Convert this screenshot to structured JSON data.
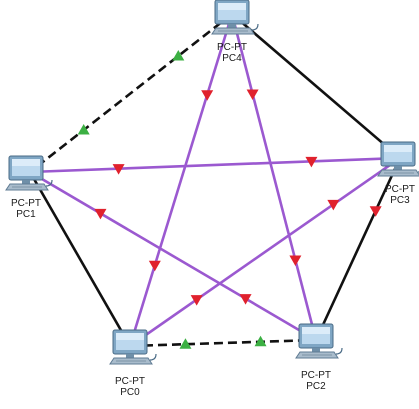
{
  "colors": {
    "background": "#ffffff",
    "link": "#111111",
    "cross_link": "#9b59d0",
    "arrow_up": "#3cb043",
    "arrow_down": "#e0212d"
  },
  "icon": "pc-icon",
  "nodes": [
    {
      "id": "PC4",
      "type_label": "PC-PT",
      "name": "PC4"
    },
    {
      "id": "PC1",
      "type_label": "PC-PT",
      "name": "PC1"
    },
    {
      "id": "PC3",
      "type_label": "PC-PT",
      "name": "PC3"
    },
    {
      "id": "PC0",
      "type_label": "PC-PT",
      "name": "PC0"
    },
    {
      "id": "PC2",
      "type_label": "PC-PT",
      "name": "PC2"
    }
  ],
  "links": [
    {
      "from": "PC4",
      "to": "PC1",
      "style": "dashed",
      "color": "link"
    },
    {
      "from": "PC4",
      "to": "PC3",
      "style": "solid",
      "color": "link"
    },
    {
      "from": "PC1",
      "to": "PC0",
      "style": "solid",
      "color": "link"
    },
    {
      "from": "PC3",
      "to": "PC2",
      "style": "solid",
      "color": "link"
    },
    {
      "from": "PC0",
      "to": "PC2",
      "style": "dashed",
      "color": "link"
    },
    {
      "from": "PC4",
      "to": "PC0",
      "style": "solid",
      "color": "cross_link"
    },
    {
      "from": "PC4",
      "to": "PC2",
      "style": "solid",
      "color": "cross_link"
    },
    {
      "from": "PC1",
      "to": "PC3",
      "style": "solid",
      "color": "cross_link"
    },
    {
      "from": "PC1",
      "to": "PC2",
      "style": "solid",
      "color": "cross_link"
    },
    {
      "from": "PC0",
      "to": "PC3",
      "style": "solid",
      "color": "cross_link"
    }
  ],
  "link_status": [
    {
      "link": "PC4-PC1",
      "end": "PC4",
      "status": "up"
    },
    {
      "link": "PC4-PC1",
      "end": "PC1",
      "status": "up"
    },
    {
      "link": "PC0-PC2",
      "end": "PC0",
      "status": "up"
    },
    {
      "link": "PC0-PC2",
      "end": "PC2",
      "status": "up"
    },
    {
      "link": "PC4-PC0",
      "end": "PC4",
      "status": "down"
    },
    {
      "link": "PC4-PC0",
      "end": "PC0",
      "status": "down"
    },
    {
      "link": "PC4-PC2",
      "end": "PC4",
      "status": "down"
    },
    {
      "link": "PC4-PC2",
      "end": "PC2",
      "status": "down"
    },
    {
      "link": "PC1-PC3",
      "end": "PC1",
      "status": "down"
    },
    {
      "link": "PC1-PC3",
      "end": "PC3",
      "status": "down"
    },
    {
      "link": "PC1-PC2",
      "end": "PC1",
      "status": "down"
    },
    {
      "link": "PC1-PC2",
      "end": "PC2",
      "status": "down"
    },
    {
      "link": "PC0-PC3",
      "end": "PC0",
      "status": "down"
    },
    {
      "link": "PC0-PC3",
      "end": "PC3",
      "status": "down"
    },
    {
      "link": "PC3-PC2",
      "end": "PC3",
      "status": "down"
    }
  ]
}
